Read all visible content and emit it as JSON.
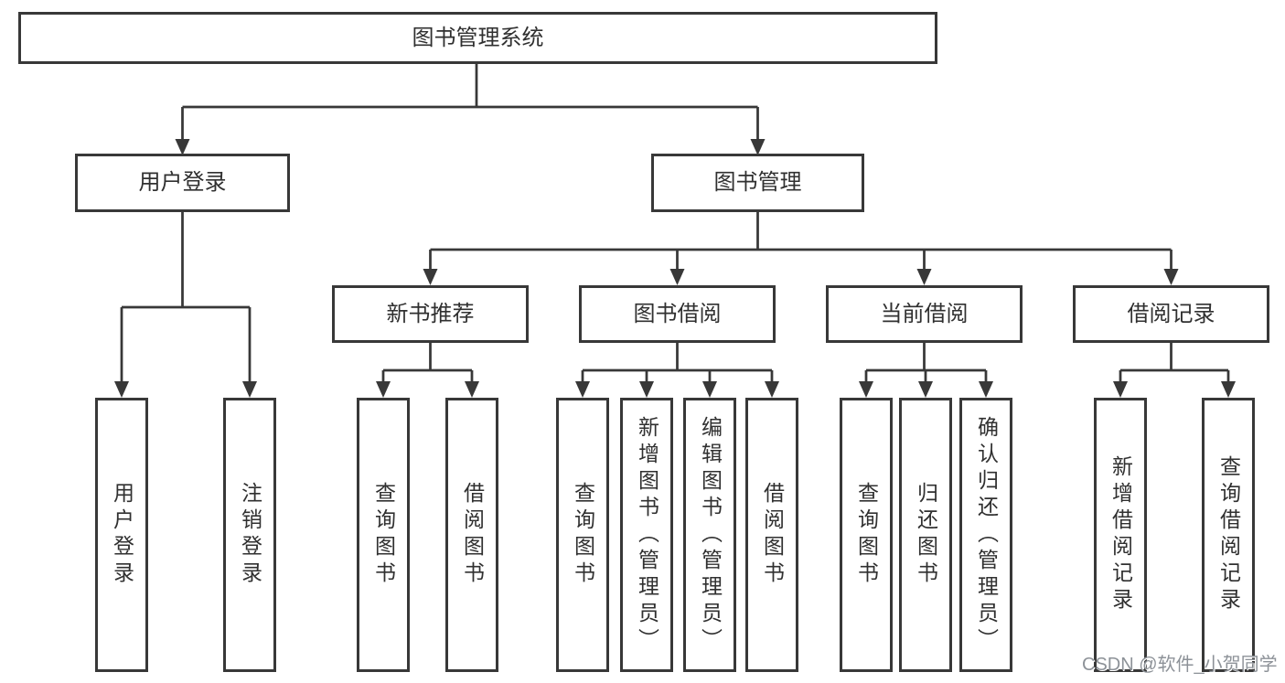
{
  "tree": {
    "label": "图书管理系统",
    "children": [
      {
        "label": "用户登录",
        "children": [
          {
            "label": "用户登录"
          },
          {
            "label": "注销登录"
          }
        ]
      },
      {
        "label": "图书管理",
        "children": [
          {
            "label": "新书推荐",
            "children": [
              {
                "label": "查询图书"
              },
              {
                "label": "借阅图书"
              }
            ]
          },
          {
            "label": "图书借阅",
            "children": [
              {
                "label": "查询图书"
              },
              {
                "label": "新增图书（管理员）"
              },
              {
                "label": "编辑图书（管理员）"
              },
              {
                "label": "借阅图书"
              }
            ]
          },
          {
            "label": "当前借阅",
            "children": [
              {
                "label": "查询图书"
              },
              {
                "label": "归还图书"
              },
              {
                "label": "确认归还（管理员）"
              }
            ]
          },
          {
            "label": "借阅记录",
            "children": [
              {
                "label": "新增借阅记录"
              },
              {
                "label": "查询借阅记录"
              }
            ]
          }
        ]
      }
    ]
  },
  "watermark": {
    "text": "CSDN @软件_小贺同学"
  },
  "colors": {
    "line": "#383838",
    "box_border": "#383838",
    "text": "#303030",
    "background": "#ffffff",
    "watermark": "#8d9298"
  }
}
